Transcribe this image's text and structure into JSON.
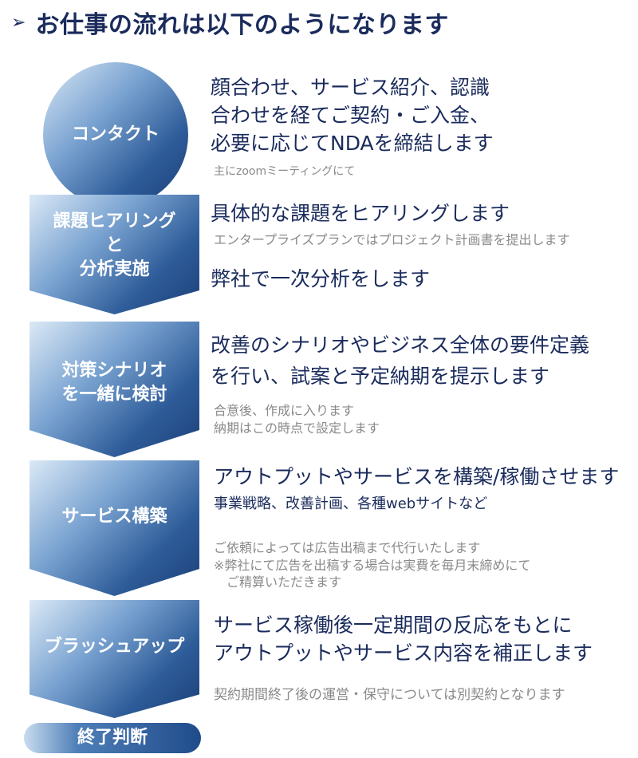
{
  "heading": {
    "marker": "➢",
    "title": "お仕事の流れは以下のようになります"
  },
  "steps": [
    {
      "label": "コンタクト",
      "texts": [
        "顔合わせ、サービス紹介、認識\n合わせを経てご契約・ご入金、\n必要に応じてNDAを締結します"
      ],
      "notes": [
        "主にzoomミーティングにて"
      ]
    },
    {
      "label": "課題ヒアリング\nと\n分析実施",
      "texts": [
        "具体的な課題をヒアリングします",
        "弊社で一次分析をします"
      ],
      "notes": [
        "エンタープライズプランではプロジェクト計画書を提出します"
      ]
    },
    {
      "label": "対策シナリオ\nを一緒に検討",
      "texts": [
        "改善のシナリオやビジネス全体の要件定義\nを行い、試案と予定納期を提示します"
      ],
      "notes": [
        "合意後、作成に入ります\n納期はこの時点で設定します"
      ]
    },
    {
      "label": "サービス構築",
      "texts": [
        "アウトプットやサービスを構築/稼働させます"
      ],
      "notes": [
        "事業戦略、改善計画、各種webサイトなど",
        "ご依頼によっては広告出稿まで代行いたします\n※弊社にて広告を出稿する場合は実費を毎月末締めにて\n　ご精算いただきます"
      ]
    },
    {
      "label": "ブラッシュアップ",
      "texts": [
        "サービス稼働後一定期間の反応をもとに\nアウトプットやサービス内容を補正します"
      ],
      "notes": [
        "契約期間終了後の運営・保守については別契約となります"
      ]
    }
  ],
  "end": {
    "label": "終了判断"
  }
}
